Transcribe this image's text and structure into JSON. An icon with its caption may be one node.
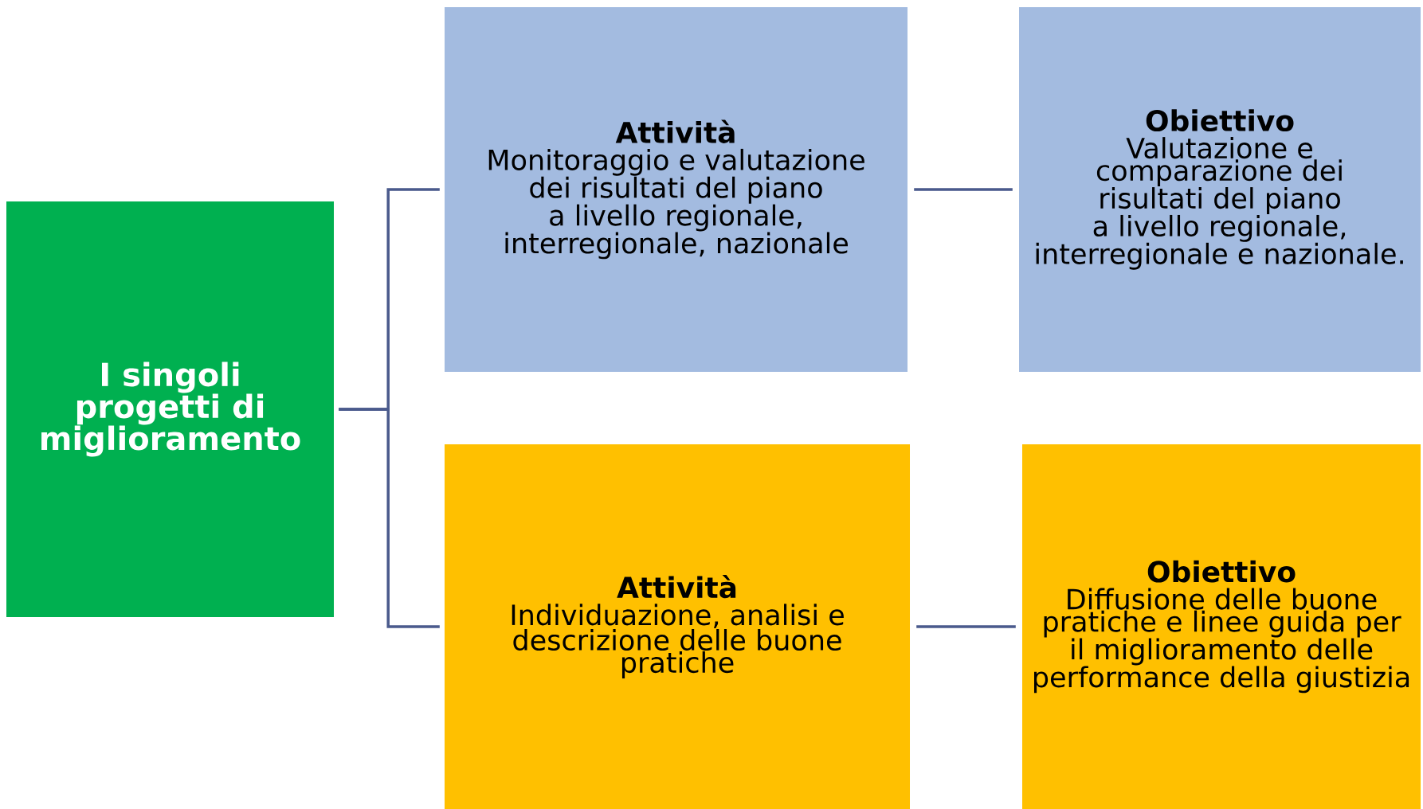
{
  "diagram": {
    "nodes": [
      {
        "text": [
          "I singoli progetti di miglioramento"
        ]
      },
      {
        "text": [
          "Attività",
          "Monitoraggio e valutazione dei risultati del piano a livello regionale, interregionale, nazionale"
        ]
      },
      {
        "text": [
          "Obiettivo",
          "Valutazione e comparazione dei risultati del piano a livello regionale, interregionale e nazionale."
        ]
      },
      {
        "text": [
          "Attività",
          "Individuazione, analisi e descrizione delle buone pratiche"
        ]
      },
      {
        "text": [
          "Obiettivo",
          "Diffusione delle buone pratiche e linee guida per il miglioramento delle performance della giustizia"
        ]
      }
    ],
    "edges": [
      {
        "from": 0,
        "to": 1,
        "arrow": "none"
      },
      {
        "from": 0,
        "to": 3,
        "arrow": "none"
      },
      {
        "from": 1,
        "to": 2,
        "arrow": "none"
      },
      {
        "from": 3,
        "to": 4,
        "arrow": "none"
      }
    ]
  }
}
